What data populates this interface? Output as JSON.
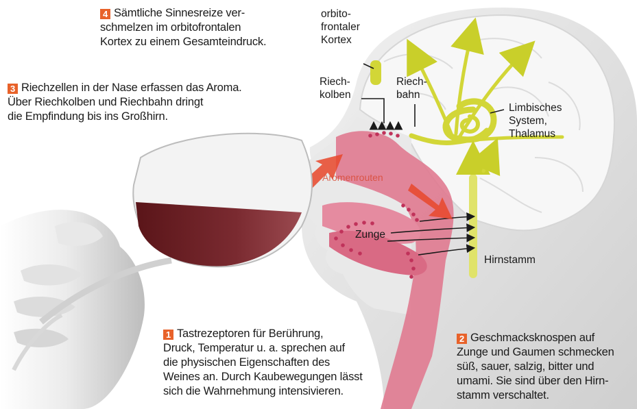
{
  "colors": {
    "number_badge": "#e8622a",
    "nerve_pathway": "#d2d637",
    "mucosa": "#e07a90",
    "arrow_red": "#e8462a",
    "wine": "#6b1f24"
  },
  "captions": {
    "step4": {
      "number": "4",
      "lines": [
        "Sämtliche Sinnesreize ver-",
        "schmelzen im orbitofrontalen",
        "Kortex zu einem Gesamteindruck."
      ]
    },
    "step3": {
      "number": "3",
      "lines": [
        "Riechzellen in der Nase erfassen das Aroma.",
        "Über Riechkolben und Riechbahn dringt",
        "die Empfindung bis ins Großhirn."
      ]
    },
    "step1": {
      "number": "1",
      "lines": [
        "Tastrezeptoren für Berührung,",
        "Druck, Temperatur u. a. sprechen auf",
        "die physischen Eigenschaften des",
        "Weines an. Durch Kaubewegungen lässt",
        "sich die Wahrnehmung intensivieren."
      ]
    },
    "step2": {
      "number": "2",
      "lines": [
        "Geschmacksknospen auf",
        "Zunge und Gaumen schmecken",
        "süß, sauer, salzig, bitter und",
        "umami. Sie sind über den Hirn-",
        "stamm verschaltet."
      ]
    }
  },
  "labels": {
    "orbitofrontal": "orbito-\nfrontaler\nKortex",
    "riechkolben": "Riech-\nkolben",
    "riechbahn": "Riech-\nbahn",
    "limbisch": "Limbisches\nSystem,\nThalamus",
    "aromen": "Aromenrouten",
    "zunge": "Zunge",
    "hirnstamm": "Hirnstamm"
  }
}
